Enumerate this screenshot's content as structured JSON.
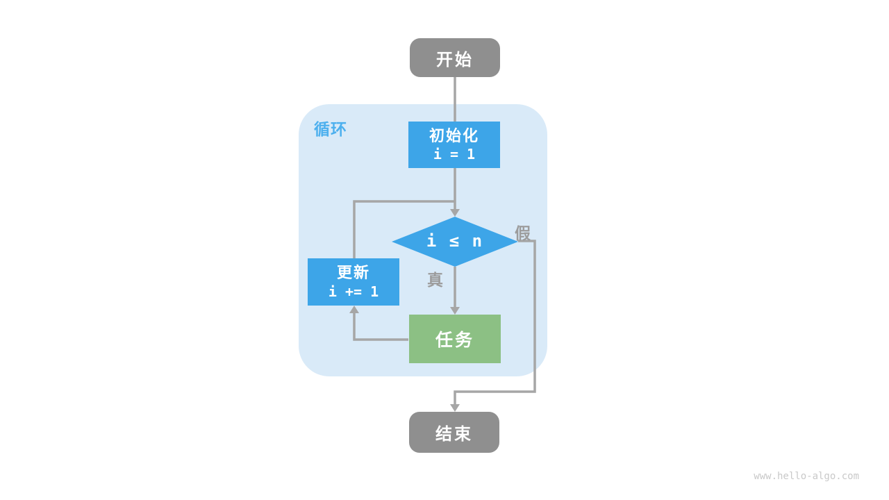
{
  "diagram": {
    "loop_container": {
      "label": "循环"
    },
    "nodes": {
      "start": {
        "label": "开始"
      },
      "init": {
        "title": "初始化",
        "code": "i = 1"
      },
      "condition": {
        "code": "i ≤ n"
      },
      "update": {
        "title": "更新",
        "code": "i += 1"
      },
      "task": {
        "label": "任务"
      },
      "end": {
        "label": "结束"
      }
    },
    "edge_labels": {
      "true_branch": "真",
      "false_branch": "假"
    },
    "colors": {
      "node_blue": "#3da5e8",
      "node_green": "#8cc084",
      "node_gray": "#8f8f8f",
      "container_bg": "#d9eaf8",
      "loop_label_blue": "#4db0ee",
      "connector_gray": "#a6a6a6",
      "edge_label_gray": "#9c9c9c",
      "watermark_gray": "#c9c9c9"
    }
  },
  "footer": {
    "watermark": "www.hello-algo.com"
  }
}
